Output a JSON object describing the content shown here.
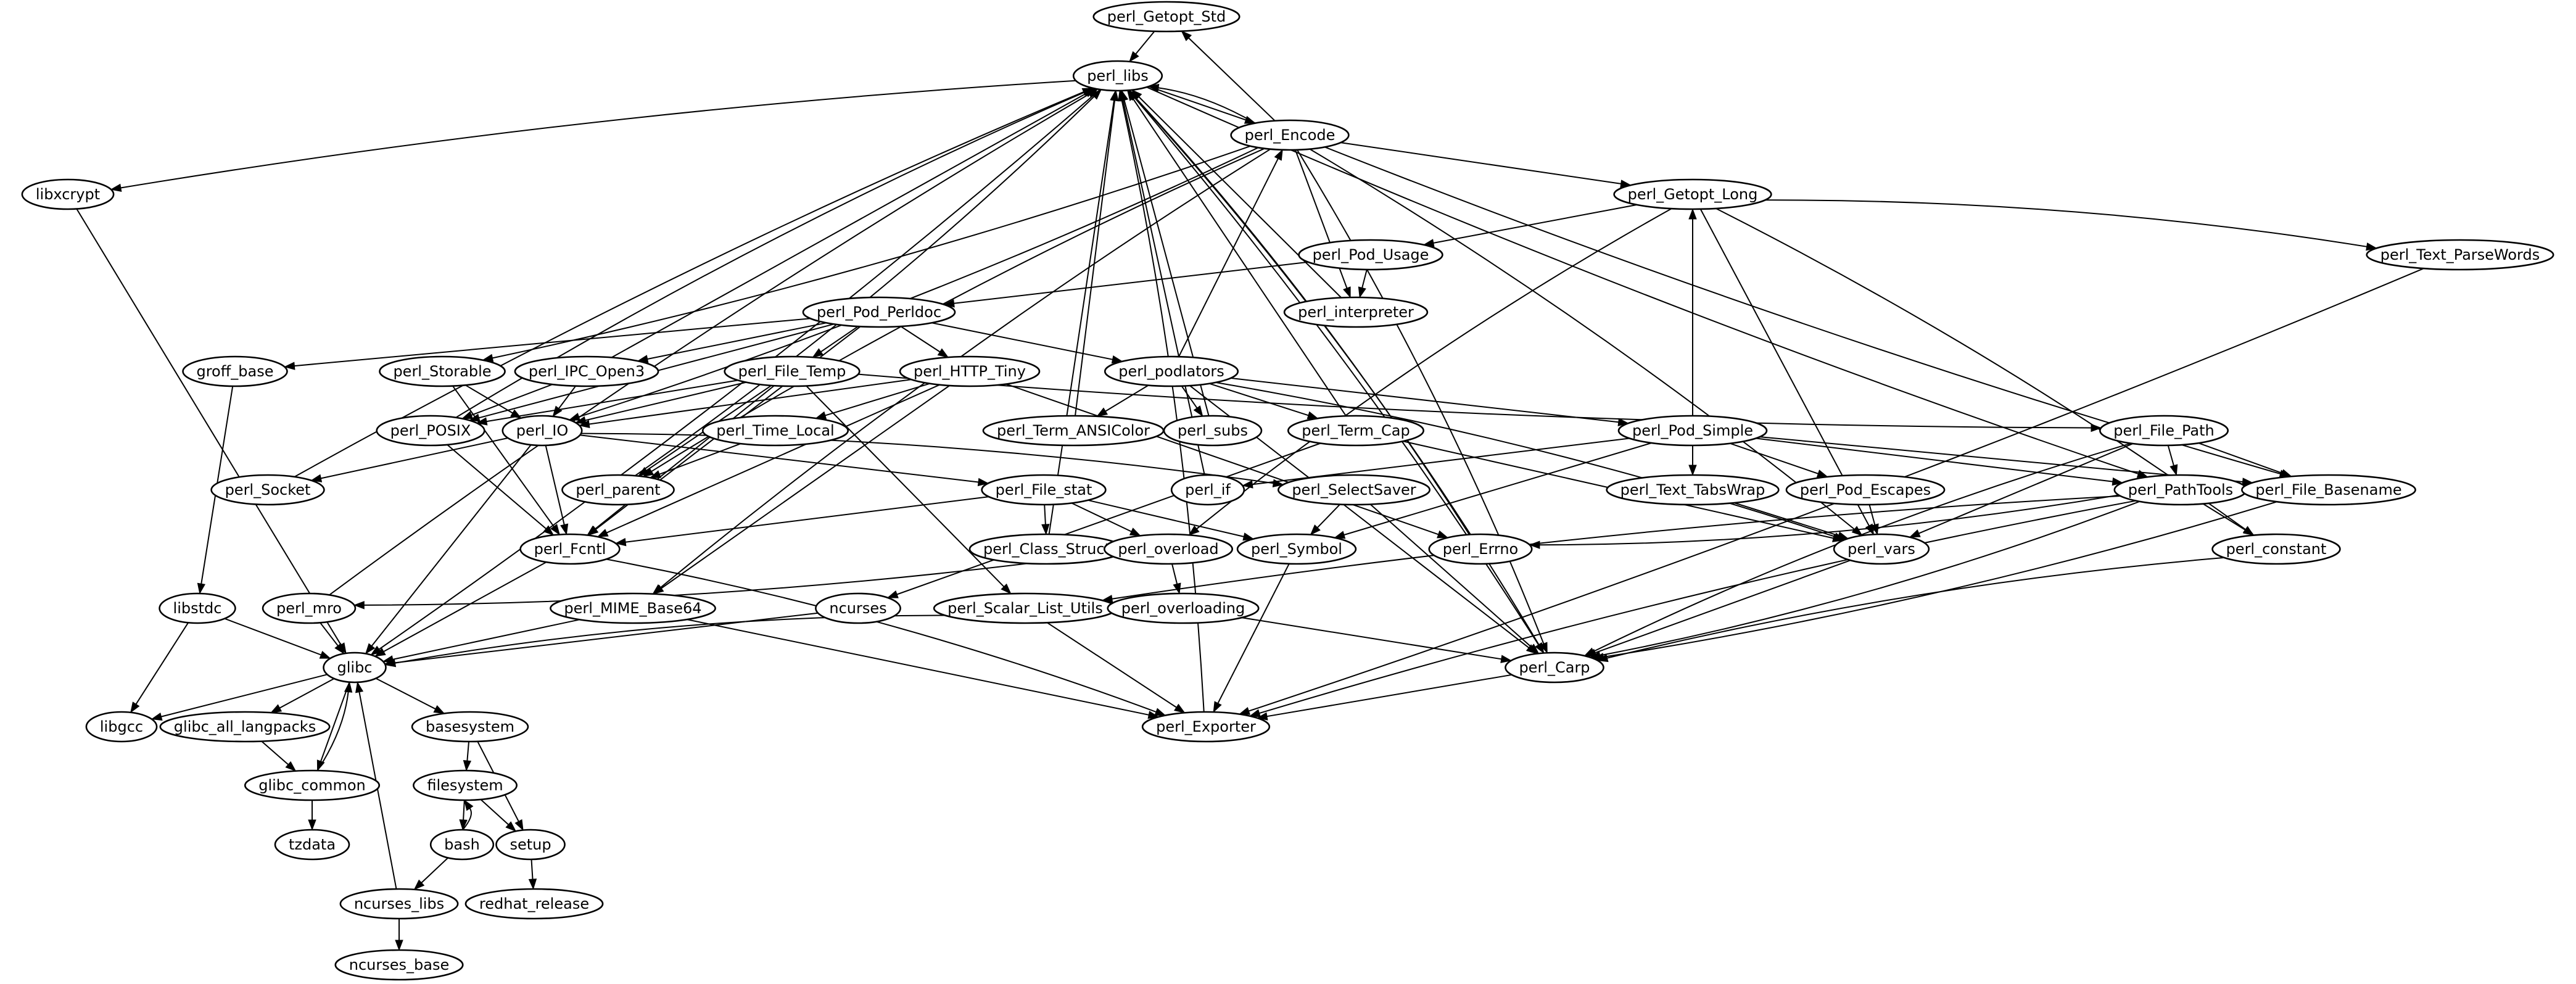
{
  "graph": {
    "type": "dependency-graph",
    "colors": {
      "stroke": "#000000",
      "fill": "#ffffff",
      "text": "#000000"
    },
    "nodes": [
      {
        "id": "perl_Getopt_Std",
        "label": "perl_Getopt_Std"
      },
      {
        "id": "perl_libs",
        "label": "perl_libs"
      },
      {
        "id": "libxcrypt",
        "label": "libxcrypt"
      },
      {
        "id": "perl_Encode",
        "label": "perl_Encode"
      },
      {
        "id": "perl_Getopt_Long",
        "label": "perl_Getopt_Long"
      },
      {
        "id": "perl_Text_ParseWords",
        "label": "perl_Text_ParseWords"
      },
      {
        "id": "perl_Pod_Usage",
        "label": "perl_Pod_Usage"
      },
      {
        "id": "perl_interpreter",
        "label": "perl_interpreter"
      },
      {
        "id": "perl_Pod_Perldoc",
        "label": "perl_Pod_Perldoc"
      },
      {
        "id": "groff_base",
        "label": "groff_base"
      },
      {
        "id": "perl_Storable",
        "label": "perl_Storable"
      },
      {
        "id": "perl_IPC_Open3",
        "label": "perl_IPC_Open3"
      },
      {
        "id": "perl_File_Temp",
        "label": "perl_File_Temp"
      },
      {
        "id": "perl_HTTP_Tiny",
        "label": "perl_HTTP_Tiny"
      },
      {
        "id": "perl_podlators",
        "label": "perl_podlators"
      },
      {
        "id": "perl_POSIX",
        "label": "perl_POSIX"
      },
      {
        "id": "perl_IO",
        "label": "perl_IO"
      },
      {
        "id": "perl_Time_Local",
        "label": "perl_Time_Local"
      },
      {
        "id": "perl_Term_ANSIColor",
        "label": "perl_Term_ANSIColor"
      },
      {
        "id": "perl_subs",
        "label": "perl_subs"
      },
      {
        "id": "perl_Term_Cap",
        "label": "perl_Term_Cap"
      },
      {
        "id": "perl_Pod_Simple",
        "label": "perl_Pod_Simple"
      },
      {
        "id": "perl_File_Path",
        "label": "perl_File_Path"
      },
      {
        "id": "perl_Socket",
        "label": "perl_Socket"
      },
      {
        "id": "perl_parent",
        "label": "perl_parent"
      },
      {
        "id": "perl_File_stat",
        "label": "perl_File_stat"
      },
      {
        "id": "perl_if",
        "label": "perl_if"
      },
      {
        "id": "perl_SelectSaver",
        "label": "perl_SelectSaver"
      },
      {
        "id": "perl_Text_TabsWrap",
        "label": "perl_Text_TabsWrap"
      },
      {
        "id": "perl_Pod_Escapes",
        "label": "perl_Pod_Escapes"
      },
      {
        "id": "perl_PathTools",
        "label": "perl_PathTools"
      },
      {
        "id": "perl_File_Basename",
        "label": "perl_File_Basename"
      },
      {
        "id": "perl_Fcntl",
        "label": "perl_Fcntl"
      },
      {
        "id": "perl_Class_Struct",
        "label": "perl_Class_Struct"
      },
      {
        "id": "perl_overload",
        "label": "perl_overload"
      },
      {
        "id": "perl_Symbol",
        "label": "perl_Symbol"
      },
      {
        "id": "perl_Errno",
        "label": "perl_Errno"
      },
      {
        "id": "perl_vars",
        "label": "perl_vars"
      },
      {
        "id": "perl_constant",
        "label": "perl_constant"
      },
      {
        "id": "libstdc",
        "label": "libstdc"
      },
      {
        "id": "perl_mro",
        "label": "perl_mro"
      },
      {
        "id": "perl_MIME_Base64",
        "label": "perl_MIME_Base64"
      },
      {
        "id": "ncurses",
        "label": "ncurses"
      },
      {
        "id": "perl_Scalar_List_Utils",
        "label": "perl_Scalar_List_Utils"
      },
      {
        "id": "perl_overloading",
        "label": "perl_overloading"
      },
      {
        "id": "glibc",
        "label": "glibc"
      },
      {
        "id": "perl_Carp",
        "label": "perl_Carp"
      },
      {
        "id": "libgcc",
        "label": "libgcc"
      },
      {
        "id": "glibc_all_langpacks",
        "label": "glibc_all_langpacks"
      },
      {
        "id": "basesystem",
        "label": "basesystem"
      },
      {
        "id": "perl_Exporter",
        "label": "perl_Exporter"
      },
      {
        "id": "glibc_common",
        "label": "glibc_common"
      },
      {
        "id": "filesystem",
        "label": "filesystem"
      },
      {
        "id": "tzdata",
        "label": "tzdata"
      },
      {
        "id": "bash",
        "label": "bash"
      },
      {
        "id": "setup",
        "label": "setup"
      },
      {
        "id": "ncurses_libs",
        "label": "ncurses_libs"
      },
      {
        "id": "redhat_release",
        "label": "redhat_release"
      },
      {
        "id": "ncurses_base",
        "label": "ncurses_base"
      }
    ],
    "edges": [
      [
        "perl_Getopt_Std",
        "perl_libs"
      ],
      [
        "perl_libs",
        "libxcrypt"
      ],
      [
        "perl_libs",
        "glibc"
      ],
      [
        "perl_libs",
        "perl_Encode"
      ],
      [
        "perl_libs",
        "perl_Carp"
      ],
      [
        "perl_libs",
        "perl_PathTools"
      ],
      [
        "perl_Encode",
        "perl_libs"
      ],
      [
        "perl_Encode",
        "perl_Getopt_Std"
      ],
      [
        "perl_Encode",
        "perl_Getopt_Long"
      ],
      [
        "perl_Encode",
        "perl_interpreter"
      ],
      [
        "perl_Encode",
        "perl_Storable"
      ],
      [
        "perl_Encode",
        "perl_parent"
      ],
      [
        "perl_Encode",
        "perl_IO"
      ],
      [
        "perl_Encode",
        "perl_MIME_Base64"
      ],
      [
        "perl_Encode",
        "perl_vars"
      ],
      [
        "perl_Encode",
        "perl_File_Basename"
      ],
      [
        "perl_Encode",
        "perl_Carp"
      ],
      [
        "perl_Getopt_Long",
        "perl_Pod_Usage"
      ],
      [
        "perl_Getopt_Long",
        "perl_Text_ParseWords"
      ],
      [
        "perl_Getopt_Long",
        "perl_vars"
      ],
      [
        "perl_Getopt_Long",
        "perl_constant"
      ],
      [
        "perl_Getopt_Long",
        "perl_overload"
      ],
      [
        "perl_Pod_Usage",
        "perl_interpreter"
      ],
      [
        "perl_Pod_Usage",
        "perl_Pod_Perldoc"
      ],
      [
        "perl_interpreter",
        "perl_libs"
      ],
      [
        "perl_Pod_Perldoc",
        "groff_base"
      ],
      [
        "perl_Pod_Perldoc",
        "perl_IPC_Open3"
      ],
      [
        "perl_Pod_Perldoc",
        "perl_File_Temp"
      ],
      [
        "perl_Pod_Perldoc",
        "perl_HTTP_Tiny"
      ],
      [
        "perl_Pod_Perldoc",
        "perl_podlators"
      ],
      [
        "perl_Pod_Perldoc",
        "perl_POSIX"
      ],
      [
        "perl_Pod_Perldoc",
        "perl_Fcntl"
      ],
      [
        "groff_base",
        "libstdc"
      ],
      [
        "perl_Storable",
        "perl_IO"
      ],
      [
        "perl_Storable",
        "perl_Fcntl"
      ],
      [
        "perl_IPC_Open3",
        "perl_libs"
      ],
      [
        "perl_IPC_Open3",
        "perl_POSIX"
      ],
      [
        "perl_IPC_Open3",
        "perl_IO"
      ],
      [
        "perl_File_Temp",
        "perl_POSIX"
      ],
      [
        "perl_File_Temp",
        "perl_IO"
      ],
      [
        "perl_File_Temp",
        "perl_parent"
      ],
      [
        "perl_File_Temp",
        "perl_Fcntl"
      ],
      [
        "perl_File_Temp",
        "perl_Scalar_List_Utils"
      ],
      [
        "perl_File_Temp",
        "perl_File_Path"
      ],
      [
        "perl_HTTP_Tiny",
        "perl_Time_Local"
      ],
      [
        "perl_HTTP_Tiny",
        "perl_IO"
      ],
      [
        "perl_HTTP_Tiny",
        "perl_MIME_Base64"
      ],
      [
        "perl_HTTP_Tiny",
        "perl_Fcntl"
      ],
      [
        "perl_HTTP_Tiny",
        "perl_Errno"
      ],
      [
        "perl_podlators",
        "perl_Encode"
      ],
      [
        "perl_podlators",
        "perl_Term_ANSIColor"
      ],
      [
        "perl_podlators",
        "perl_subs"
      ],
      [
        "perl_podlators",
        "perl_Term_Cap"
      ],
      [
        "perl_podlators",
        "perl_Pod_Simple"
      ],
      [
        "perl_podlators",
        "perl_vars"
      ],
      [
        "perl_podlators",
        "perl_Carp"
      ],
      [
        "perl_POSIX",
        "perl_libs"
      ],
      [
        "perl_POSIX",
        "perl_Fcntl"
      ],
      [
        "perl_IO",
        "perl_Socket"
      ],
      [
        "perl_IO",
        "perl_Fcntl"
      ],
      [
        "perl_IO",
        "glibc"
      ],
      [
        "perl_IO",
        "perl_File_stat"
      ],
      [
        "perl_IO",
        "perl_SelectSaver"
      ],
      [
        "perl_Time_Local",
        "perl_parent"
      ],
      [
        "perl_Term_ANSIColor",
        "perl_libs"
      ],
      [
        "perl_subs",
        "perl_libs"
      ],
      [
        "perl_Term_Cap",
        "perl_libs"
      ],
      [
        "perl_Term_Cap",
        "ncurses"
      ],
      [
        "perl_Term_Cap",
        "perl_vars"
      ],
      [
        "perl_Pod_Simple",
        "perl_Getopt_Long"
      ],
      [
        "perl_Pod_Simple",
        "perl_if"
      ],
      [
        "perl_Pod_Simple",
        "perl_Text_TabsWrap"
      ],
      [
        "perl_Pod_Simple",
        "perl_Pod_Escapes"
      ],
      [
        "perl_Pod_Simple",
        "perl_PathTools"
      ],
      [
        "perl_Pod_Simple",
        "perl_File_Basename"
      ],
      [
        "perl_Pod_Simple",
        "perl_Symbol"
      ],
      [
        "perl_File_Path",
        "perl_PathTools"
      ],
      [
        "perl_File_Path",
        "perl_File_Basename"
      ],
      [
        "perl_File_Path",
        "perl_vars"
      ],
      [
        "perl_File_Path",
        "perl_Carp"
      ],
      [
        "perl_Socket",
        "perl_libs"
      ],
      [
        "perl_parent",
        "perl_libs"
      ],
      [
        "perl_File_stat",
        "perl_Class_Struct"
      ],
      [
        "perl_File_stat",
        "perl_overload"
      ],
      [
        "perl_File_stat",
        "perl_Symbol"
      ],
      [
        "perl_File_stat",
        "perl_Fcntl"
      ],
      [
        "perl_if",
        "perl_libs"
      ],
      [
        "perl_SelectSaver",
        "perl_Symbol"
      ],
      [
        "perl_SelectSaver",
        "perl_Carp"
      ],
      [
        "perl_Text_TabsWrap",
        "perl_vars"
      ],
      [
        "perl_Pod_Escapes",
        "perl_vars"
      ],
      [
        "perl_PathTools",
        "perl_constant"
      ],
      [
        "perl_PathTools",
        "perl_Errno"
      ],
      [
        "perl_PathTools",
        "perl_Scalar_List_Utils"
      ],
      [
        "perl_PathTools",
        "perl_Carp"
      ],
      [
        "perl_PathTools",
        "perl_Exporter"
      ],
      [
        "perl_File_Basename",
        "perl_Carp"
      ],
      [
        "perl_Fcntl",
        "glibc"
      ],
      [
        "perl_Fcntl",
        "perl_Exporter"
      ],
      [
        "perl_Class_Struct",
        "perl_libs"
      ],
      [
        "perl_overload",
        "perl_mro"
      ],
      [
        "perl_overload",
        "perl_overloading"
      ],
      [
        "perl_Symbol",
        "perl_Exporter"
      ],
      [
        "perl_Errno",
        "perl_libs"
      ],
      [
        "perl_vars",
        "perl_Carp"
      ],
      [
        "perl_constant",
        "perl_Carp"
      ],
      [
        "libstdc",
        "glibc"
      ],
      [
        "libstdc",
        "libgcc"
      ],
      [
        "perl_mro",
        "perl_libs"
      ],
      [
        "perl_mro",
        "glibc"
      ],
      [
        "perl_MIME_Base64",
        "glibc"
      ],
      [
        "perl_MIME_Base64",
        "perl_Exporter"
      ],
      [
        "ncurses",
        "glibc"
      ],
      [
        "perl_Scalar_List_Utils",
        "glibc"
      ],
      [
        "perl_Scalar_List_Utils",
        "perl_Exporter"
      ],
      [
        "perl_overloading",
        "perl_Carp"
      ],
      [
        "libxcrypt",
        "glibc"
      ],
      [
        "glibc",
        "libgcc"
      ],
      [
        "glibc",
        "glibc_all_langpacks"
      ],
      [
        "glibc",
        "glibc_common"
      ],
      [
        "glibc",
        "basesystem"
      ],
      [
        "perl_Carp",
        "perl_libs"
      ],
      [
        "perl_Carp",
        "perl_Exporter"
      ],
      [
        "perl_Exporter",
        "perl_libs"
      ],
      [
        "glibc_all_langpacks",
        "glibc_common"
      ],
      [
        "glibc_common",
        "glibc"
      ],
      [
        "glibc_common",
        "tzdata"
      ],
      [
        "basesystem",
        "filesystem"
      ],
      [
        "basesystem",
        "setup"
      ],
      [
        "filesystem",
        "bash"
      ],
      [
        "filesystem",
        "setup"
      ],
      [
        "bash",
        "filesystem"
      ],
      [
        "bash",
        "ncurses_libs"
      ],
      [
        "setup",
        "redhat_release"
      ],
      [
        "ncurses_libs",
        "glibc"
      ],
      [
        "ncurses_libs",
        "ncurses_base"
      ],
      [
        "perl_Text_ParseWords",
        "perl_Exporter"
      ]
    ]
  }
}
